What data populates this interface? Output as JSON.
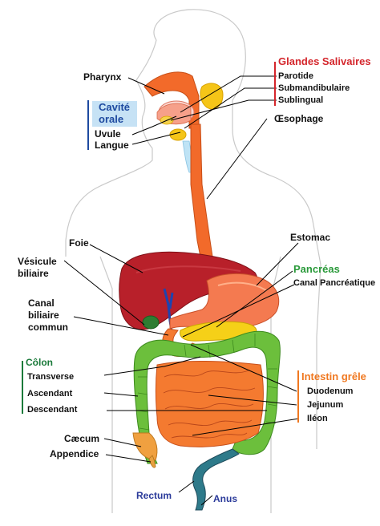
{
  "labels": {
    "pharynx": "Pharynx",
    "cavite_orale_1": "Cavité",
    "cavite_orale_2": "orale",
    "uvule": "Uvule",
    "langue": "Langue",
    "oesophage": "Œsophage",
    "glandes_salivaires": "Glandes Salivaires",
    "parotide": "Parotide",
    "submandibulaire": "Submandibulaire",
    "sublingual": "Sublingual",
    "foie": "Foie",
    "vesicule_1": "Vésicule",
    "vesicule_2": "biliaire",
    "canal_1": "Canal",
    "canal_2": "biliaire",
    "canal_3": "commun",
    "estomac": "Estomac",
    "pancreas": "Pancréas",
    "canal_pancreatique": "Canal Pancréatique",
    "colon": "Côlon",
    "transverse": "Transverse",
    "ascendant": "Ascendant",
    "descendant": "Descendant",
    "caecum": "Cæcum",
    "appendice": "Appendice",
    "intestin_grele": "Intestin grêle",
    "duodenum": "Duodenum",
    "jejunum": "Jejunum",
    "ileon": "Iléon",
    "rectum": "Rectum",
    "anus": "Anus"
  },
  "colors": {
    "glandes": "#d4262c",
    "cavite": "#1e4aa0",
    "cavite_bg": "#c6e2f5",
    "pancreas": "#2a9a3a",
    "colon": "#1a7a3a",
    "intestin": "#f07820",
    "rectum": "#2a3a9a",
    "oesophagus": "#f26a2a",
    "liver": "#b8202a",
    "colon_fill": "#6cbf3c",
    "small_intestine": "#f47a30"
  }
}
